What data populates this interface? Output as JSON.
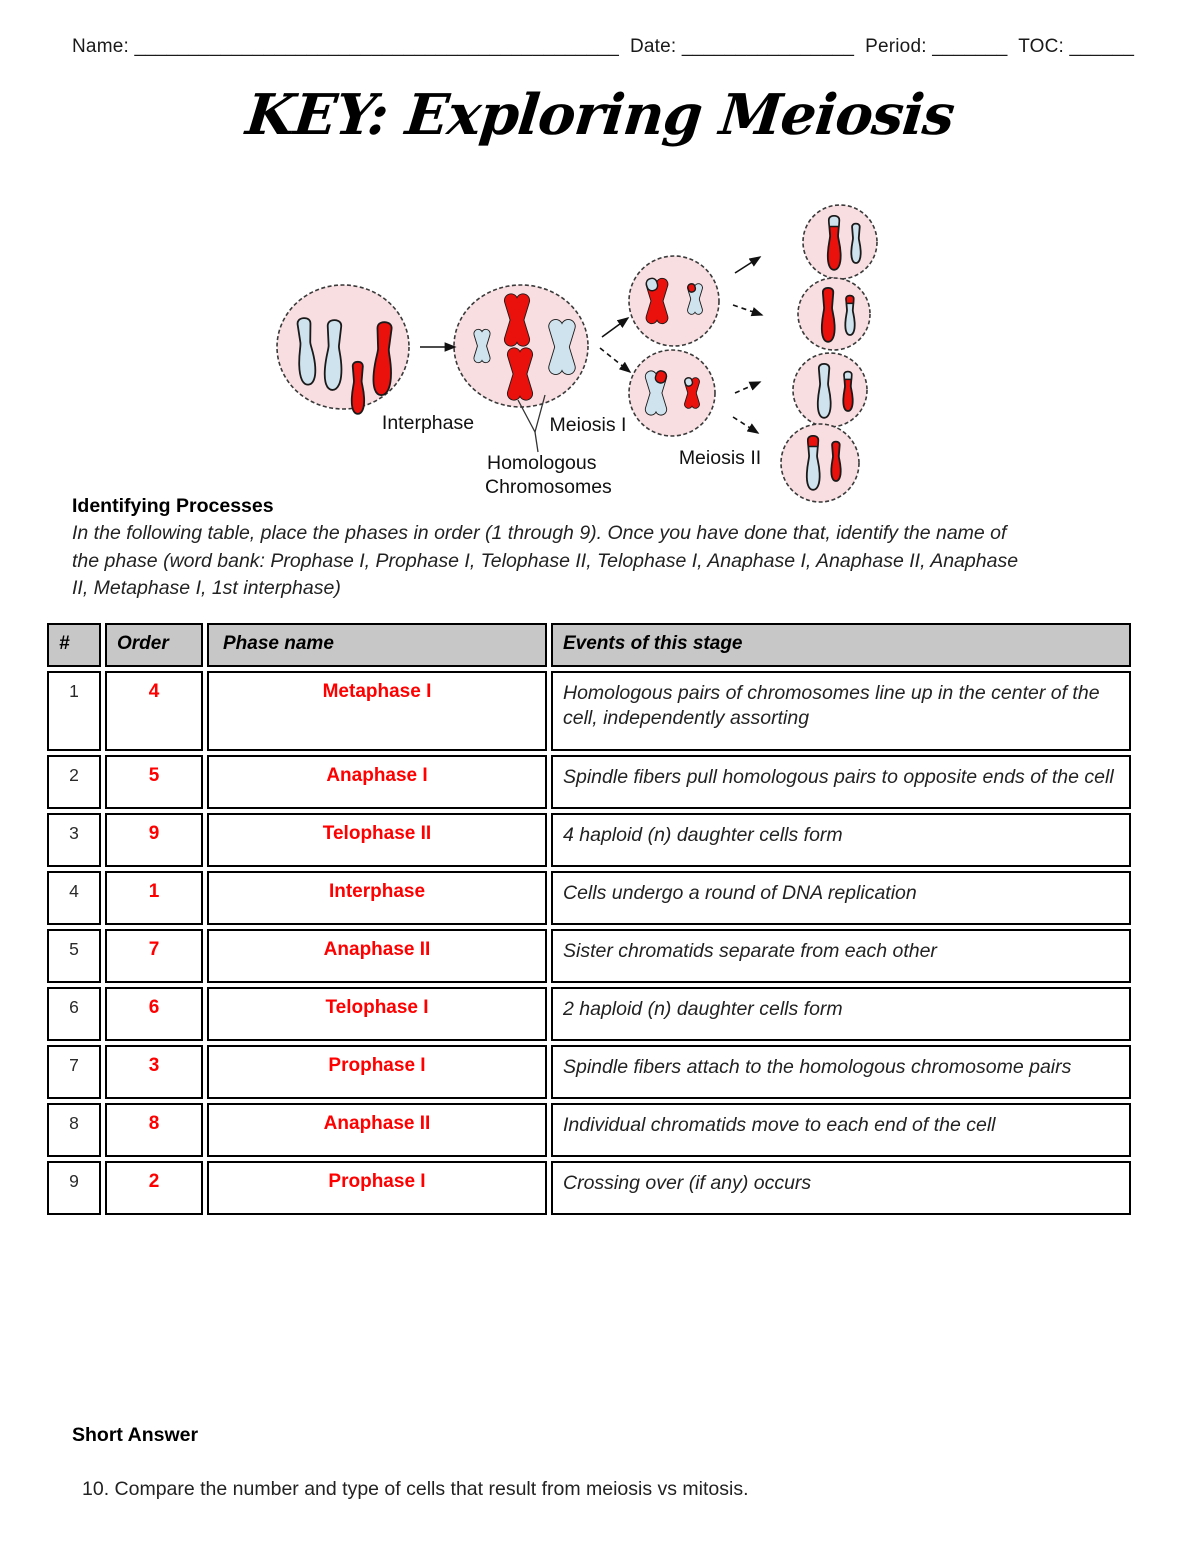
{
  "header": {
    "name_label": "Name:",
    "name_blank": "_____________________________________________",
    "date_label": "Date:",
    "date_blank": "________________",
    "period_label": "Period:",
    "period_blank": "_______",
    "toc_label": "TOC:",
    "toc_blank": "______"
  },
  "title": "KEY: Exploring Meiosis",
  "diagram": {
    "labels": {
      "interphase": "Interphase",
      "meiosis1": "Meiosis I",
      "homologous_line1": "Homologous",
      "homologous_line2": "Chromosomes",
      "meiosis2": "Meiosis II"
    },
    "colors": {
      "cell_fill": "#f9dee1",
      "cell_border": "#3a3a3a",
      "chromosome_red": "#ea100c",
      "chromosome_blue": "#cfe3ee",
      "chromosome_outline": "#1a1a1a"
    }
  },
  "identifying": {
    "heading": "Identifying Processes",
    "lines": [
      "In the following table, place the phases in order (1 through 9).  Once you have done that, identify the name of",
      "the phase (word bank: Prophase I, Prophase I, Telophase II, Telophase I, Anaphase I, Anaphase II, Anaphase",
      "II, Metaphase I, 1st interphase)"
    ]
  },
  "table": {
    "headers": [
      "#",
      "Order",
      "Phase name",
      "Events of this stage"
    ],
    "answer_color": "#ff0000",
    "rows": [
      {
        "num": "1",
        "order": "4",
        "phase": "Metaphase I",
        "events": "Homologous pairs of chromosomes line up in the center of the cell, independently assorting"
      },
      {
        "num": "2",
        "order": "5",
        "phase": "Anaphase I",
        "events": "Spindle fibers pull homologous pairs to opposite ends of the cell"
      },
      {
        "num": "3",
        "order": "9",
        "phase": "Telophase II",
        "events": "4 haploid (n) daughter cells form"
      },
      {
        "num": "4",
        "order": "1",
        "phase": "Interphase",
        "events": "Cells undergo a round of DNA replication"
      },
      {
        "num": "5",
        "order": "7",
        "phase": "Anaphase II",
        "events": "Sister chromatids separate from each other"
      },
      {
        "num": "6",
        "order": "6",
        "phase": "Telophase I",
        "events": "2 haploid (n) daughter cells form"
      },
      {
        "num": "7",
        "order": "3",
        "phase": "Prophase I",
        "events": "Spindle fibers attach to the homologous chromosome pairs"
      },
      {
        "num": "8",
        "order": "8",
        "phase": "Anaphase II",
        "events": "Individual chromatids move to each end of the cell"
      },
      {
        "num": "9",
        "order": "2",
        "phase": "Prophase I",
        "events": "Crossing over (if any) occurs"
      }
    ]
  },
  "short_answer": {
    "heading": "Short Answer",
    "question": "10. Compare the number and type of cells that result from meiosis vs mitosis."
  }
}
